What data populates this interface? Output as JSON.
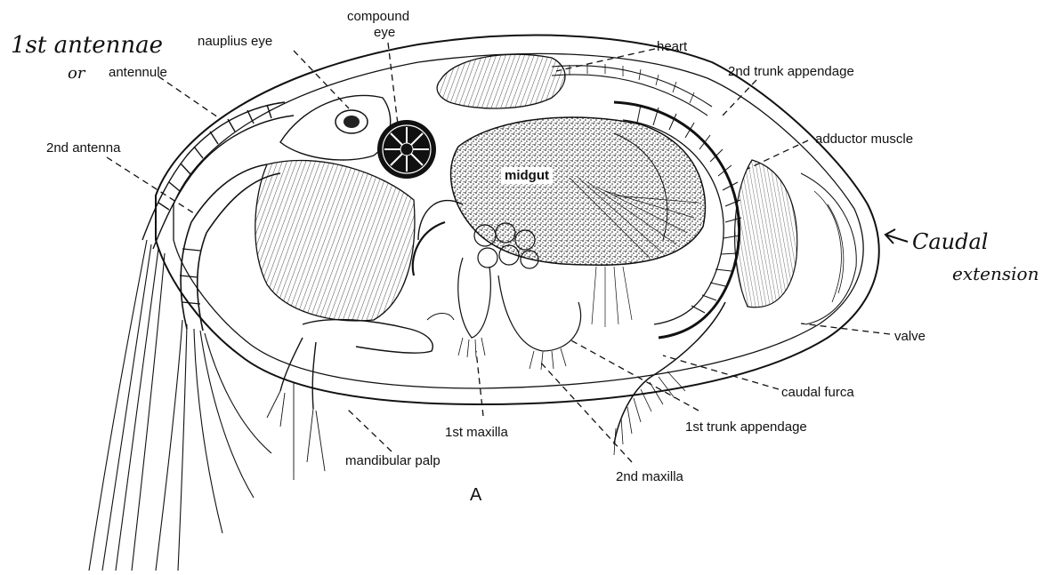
{
  "labels": {
    "nauplius_eye": "nauplius eye",
    "compound_eye_line1": "compound",
    "compound_eye_line2": "eye",
    "heart": "heart",
    "second_trunk_appendage": "2nd trunk appendage",
    "antennule": "antennule",
    "second_antenna": "2nd antenna",
    "adductor_muscle": "adductor muscle",
    "midgut": "midgut",
    "valve": "valve",
    "caudal_furca": "caudal furca",
    "first_trunk_appendage": "1st trunk appendage",
    "first_maxilla": "1st maxilla",
    "mandibular_palp": "mandibular palp",
    "second_maxilla": "2nd maxilla",
    "figure_letter": "A"
  },
  "handwritten": {
    "first_antennae": "1st antennae",
    "or": "or",
    "caudal_line1": "Caudal",
    "caudal_line2": "extension"
  },
  "colors": {
    "ink": "#111111",
    "paper": "#ffffff"
  }
}
